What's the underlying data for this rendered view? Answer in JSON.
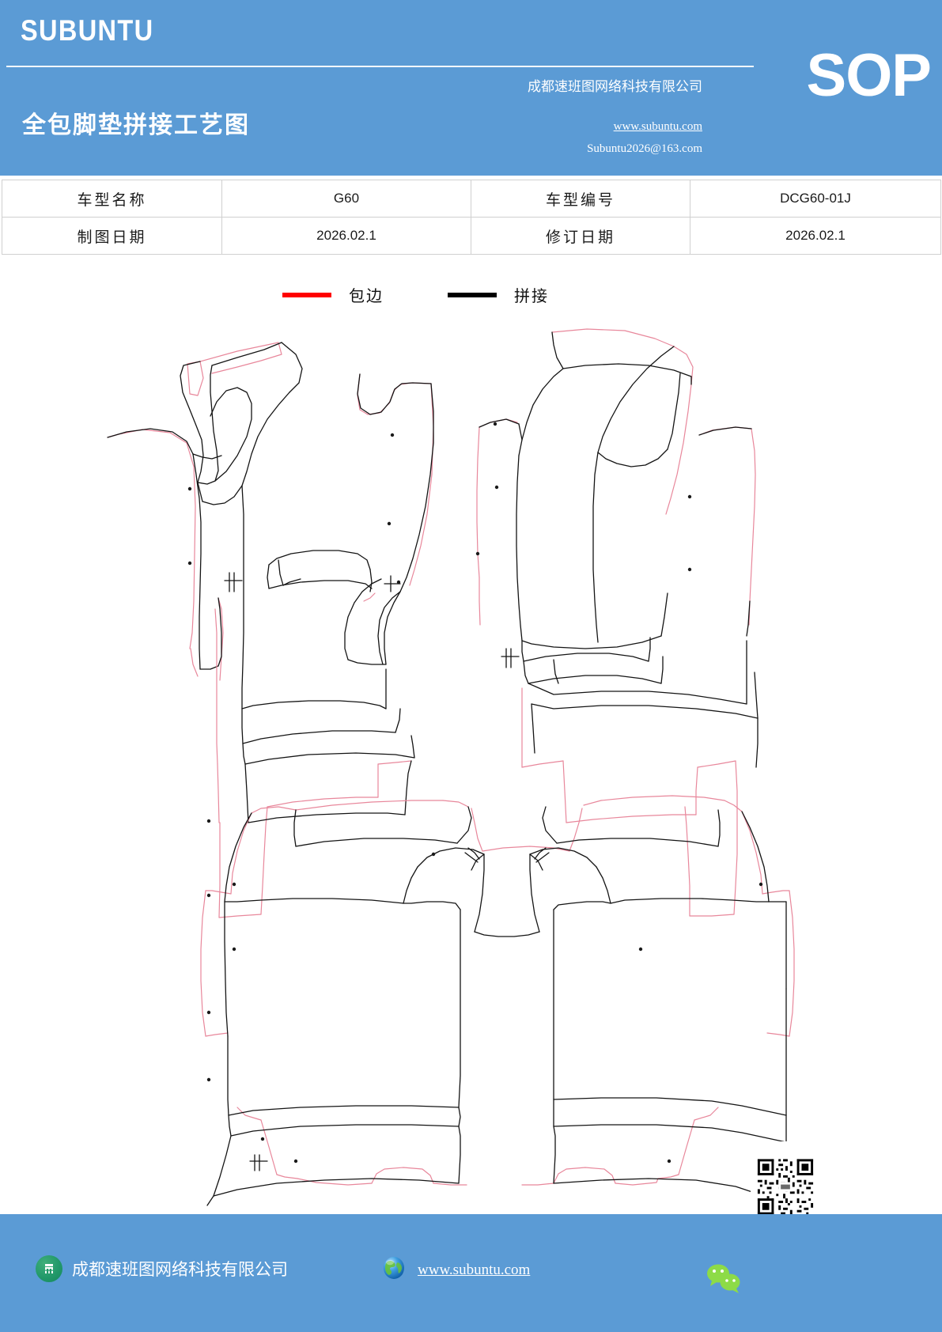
{
  "header": {
    "logo": "SUBUNTU",
    "doc_title": "全包脚垫拼接工艺图",
    "company": "成都速班图网络科技有限公司",
    "badge": "SOP",
    "website": "www.subuntu.com",
    "email": "Subuntu2026@163.com",
    "bg_color": "#5b9bd5"
  },
  "info_table": {
    "rows": [
      {
        "label": "车型名称",
        "value": "G60",
        "label2": "车型编号",
        "value2": "DCG60-01J"
      },
      {
        "label": "制图日期",
        "value": "2026.02.1",
        "label2": "修订日期",
        "value2": "2026.02.1"
      }
    ]
  },
  "legend": {
    "items": [
      {
        "label": "包边",
        "color": "#ff0000",
        "name": "binding"
      },
      {
        "label": "拼接",
        "color": "#000000",
        "name": "stitching"
      }
    ]
  },
  "drawing": {
    "description": "全包脚垫拼接工艺图 — 前排左右脚垫与后排脚垫裁片展开图",
    "line_colors": {
      "stitching": "#111111",
      "binding": "#e8879b"
    }
  },
  "footer": {
    "company": "成都速班图网络科技有限公司",
    "website": "www.subuntu.com",
    "bg_color": "#5b9bd5",
    "icons": {
      "company": "building-icon",
      "site": "globe-icon",
      "wechat": "wechat-icon",
      "qr": "qr-code"
    }
  }
}
